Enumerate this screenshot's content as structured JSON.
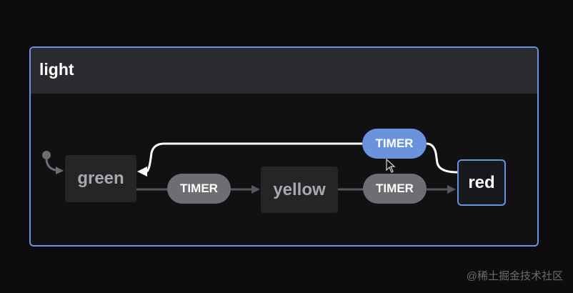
{
  "machine": {
    "title": "light",
    "initial_state": "green"
  },
  "states": {
    "green": {
      "label": "green"
    },
    "yellow": {
      "label": "yellow"
    },
    "red": {
      "label": "red",
      "active": true
    }
  },
  "transitions": [
    {
      "from": "green",
      "to": "yellow",
      "event": "TIMER"
    },
    {
      "from": "yellow",
      "to": "red",
      "event": "TIMER"
    },
    {
      "from": "red",
      "to": "green",
      "event": "TIMER",
      "highlighted": true
    }
  ],
  "colors": {
    "accent": "#6b92dc",
    "background": "#0d0d0f",
    "header": "#2a2b2e",
    "inactive_event": "#6e6e72",
    "inactive_state": "#252528"
  },
  "cursor": {
    "icon": "mouse-pointer-icon"
  },
  "watermark": "@稀土掘金技术社区"
}
